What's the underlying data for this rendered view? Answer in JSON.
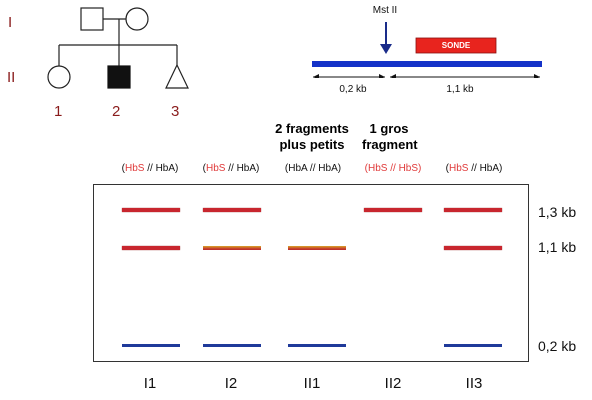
{
  "pedigree": {
    "generations": [
      "I",
      "II"
    ],
    "children": [
      "1",
      "2",
      "3"
    ]
  },
  "restriction_map": {
    "enzyme": "Mst II",
    "probe": "SONDE",
    "segments": [
      "0,2 kb",
      "1,1 kb"
    ],
    "colors": {
      "bar": "#1432c8",
      "probe": "#e8241e",
      "arrow": "#1a2c8a"
    }
  },
  "annotations": {
    "small_fragments": "2 fragments plus petits",
    "large_fragment": "1 gros fragment"
  },
  "lanes": [
    {
      "id": "I1",
      "genotype": {
        "a": "HbS",
        "sep": " // ",
        "b": "HbA",
        "a_red": true,
        "b_red": false
      },
      "bands": [
        "1.3",
        "1.1",
        "0.2"
      ]
    },
    {
      "id": "I2",
      "genotype": {
        "a": "HbS",
        "sep": " // ",
        "b": "HbA",
        "a_red": true,
        "b_red": false
      },
      "bands": [
        "1.3",
        "1.1",
        "0.2"
      ]
    },
    {
      "id": "II1",
      "genotype": {
        "a": "HbA",
        "sep": " // ",
        "b": "HbA",
        "a_red": false,
        "b_red": false
      },
      "bands": [
        "1.1",
        "0.2"
      ]
    },
    {
      "id": "II2",
      "genotype": {
        "a": "HbS",
        "sep": " // ",
        "b": "HbS",
        "a_red": true,
        "b_red": true
      },
      "bands": [
        "1.3"
      ]
    },
    {
      "id": "II3",
      "genotype": {
        "a": "HbS",
        "sep": " // ",
        "b": "HbA",
        "a_red": true,
        "b_red": false
      },
      "bands": [
        "1.3",
        "1.1",
        "0.2"
      ]
    }
  ],
  "sizes": [
    "1,3 kb",
    "1,1 kb",
    "0,2 kb"
  ]
}
